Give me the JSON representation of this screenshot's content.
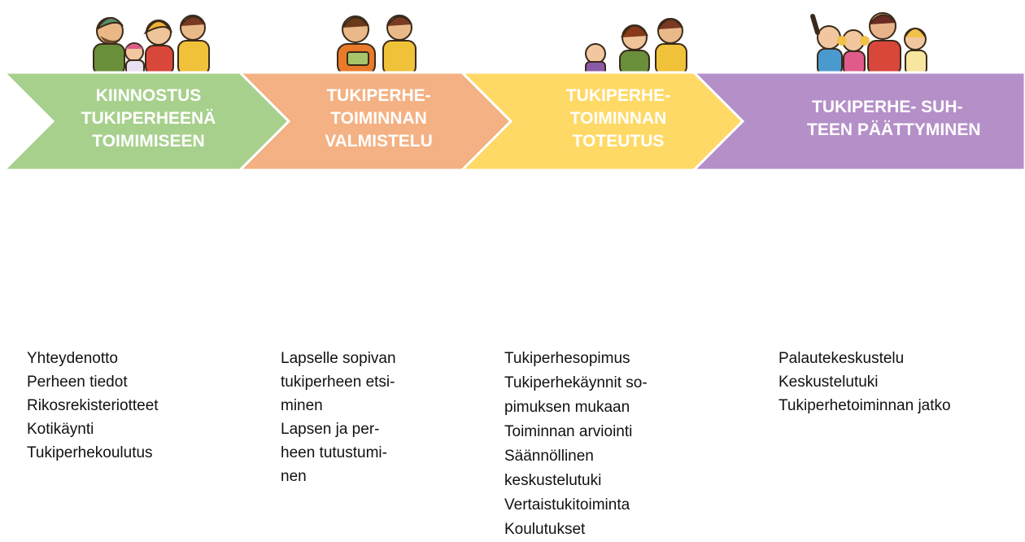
{
  "colors": {
    "stage1": "#a8d08d",
    "stage2": "#f4b183",
    "stage3": "#ffd966",
    "stage4": "#b48fc8"
  },
  "stages": [
    {
      "title_lines": [
        "KIINNOSTUS",
        "TUKIPERHEENÄ",
        "TOIMIMISEEN"
      ],
      "items": [
        "Yhteydenotto",
        "Perheen tiedot",
        "Rikosrekisteriotteet",
        "Kotikäynti",
        "Tukiperhekoulutus"
      ],
      "illustration": "family-of-four-icon"
    },
    {
      "title_lines": [
        "TUKIPERHE-",
        "TOIMINNAN",
        "VALMISTELU"
      ],
      "items": [
        "Lapselle sopivan",
        "tukiperheen etsi-",
        "minen",
        "Lapsen ja per-",
        "heen tutustumi-",
        "nen"
      ],
      "illustration": "two-people-talking-icon"
    },
    {
      "title_lines": [
        "TUKIPERHE-",
        "TOIMINNAN",
        "TOTEUTUS"
      ],
      "items": [
        "Tukiperhesopimus",
        "Tukiperhekäynnit so-",
        "pimuksen mukaan",
        "Toiminnan arviointi",
        "Säännöllinen",
        "keskustelutuki",
        "Vertaistukitoiminta",
        "Koulutukset"
      ],
      "illustration": "family-with-baby-icon"
    },
    {
      "title_lines": [
        "TUKIPERHE- SUH-",
        "TEEN PÄÄTTYMINEN"
      ],
      "items": [
        "Palautekeskustelu",
        "Keskustelutuki",
        "Tukiperhetoiminnan jatko"
      ],
      "illustration": "waving-family-icon"
    }
  ]
}
